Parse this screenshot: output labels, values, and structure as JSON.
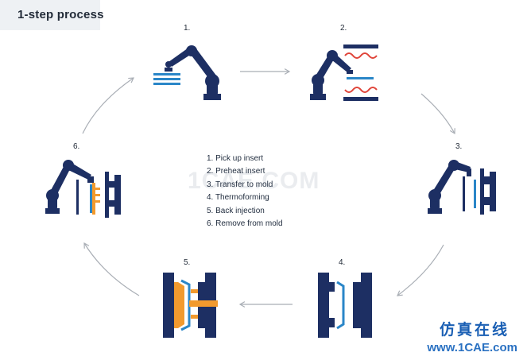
{
  "title": "1-step process",
  "steps": [
    "1.",
    "2.",
    "3.",
    "4.",
    "5.",
    "6."
  ],
  "legend": [
    "1. Pick up insert",
    "2. Preheat insert",
    "3. Transfer to mold",
    "4. Thermoforming",
    "5. Back injection",
    "6. Remove from mold"
  ],
  "watermark": {
    "faint": "1CAE.COM",
    "cn": "仿真在线",
    "url": "www.1CAE.com"
  },
  "colors": {
    "navy": "#1d2f63",
    "blue": "#2a86c8",
    "red": "#e0453a",
    "orange": "#f29a2e",
    "arrow": "#a9aeb5"
  }
}
